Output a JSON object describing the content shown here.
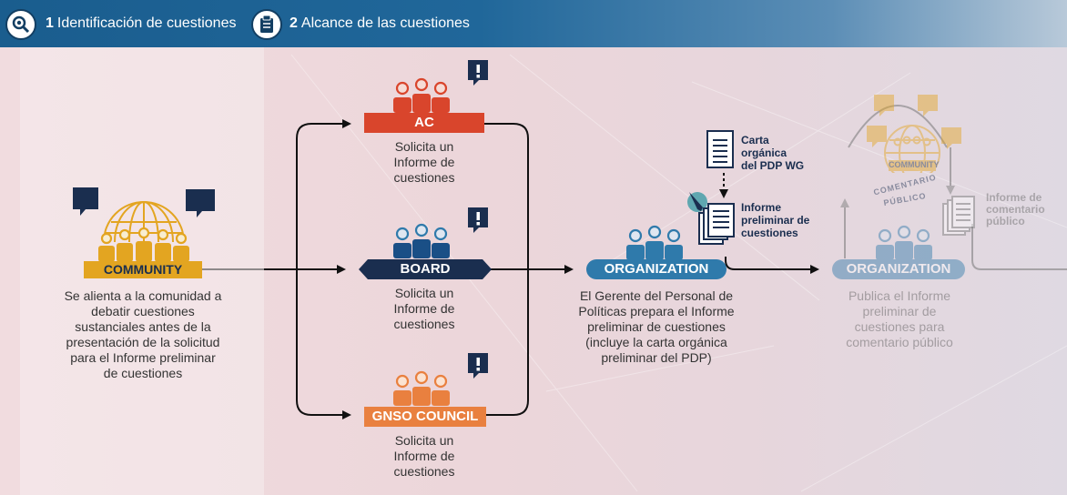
{
  "header": {
    "step1_number": "1",
    "step1_label": "Identificación de cuestiones",
    "step2_number": "2",
    "step2_label": "Alcance de las cuestiones"
  },
  "community": {
    "label": "COMMUNITY",
    "text": [
      "Se alienta a la comunidad a",
      "debatir cuestiones",
      "sustanciales antes de la",
      "presentación de la solicitud",
      "para el Informe preliminar",
      "de cuestiones"
    ]
  },
  "ac": {
    "label": "AC",
    "text": [
      "Solicita un",
      "Informe de",
      "cuestiones"
    ]
  },
  "board": {
    "label": "BOARD",
    "text": [
      "Solicita un",
      "Informe de",
      "cuestiones"
    ]
  },
  "gnso": {
    "label": "GNSO COUNCIL",
    "text": [
      "Solicita un",
      "Informe de",
      "cuestiones"
    ]
  },
  "organization": {
    "label": "ORGANIZATION",
    "text": [
      "El Gerente del Personal de",
      "Políticas prepara el Informe",
      "preliminar de cuestiones",
      "(incluye la carta orgánica",
      "preliminar del PDP)"
    ]
  },
  "documents": {
    "charter": [
      "Carta",
      "orgánica",
      "del PDP WG"
    ],
    "preliminary": [
      "Informe",
      "preliminar de",
      "cuestiones"
    ]
  },
  "organization2": {
    "label": "ORGANIZATION",
    "text": [
      "Publica el Informe",
      "preliminar de",
      "cuestiones para",
      "comentario público"
    ]
  },
  "public_comment": {
    "community_label": "COMMUNITY",
    "arc_line1": "COMENTARIO",
    "arc_line2": "PÚBLICO",
    "report": [
      "Informe de",
      "comentario",
      "público"
    ]
  },
  "colors": {
    "header_blue": "#1a5d8e",
    "community_gold": "#e3a521",
    "ac_red": "#d9452c",
    "board_navy": "#1a2e4f",
    "gnso_orange": "#e9803f",
    "org_blue": "#2f7aab",
    "text_dark": "#333333"
  }
}
